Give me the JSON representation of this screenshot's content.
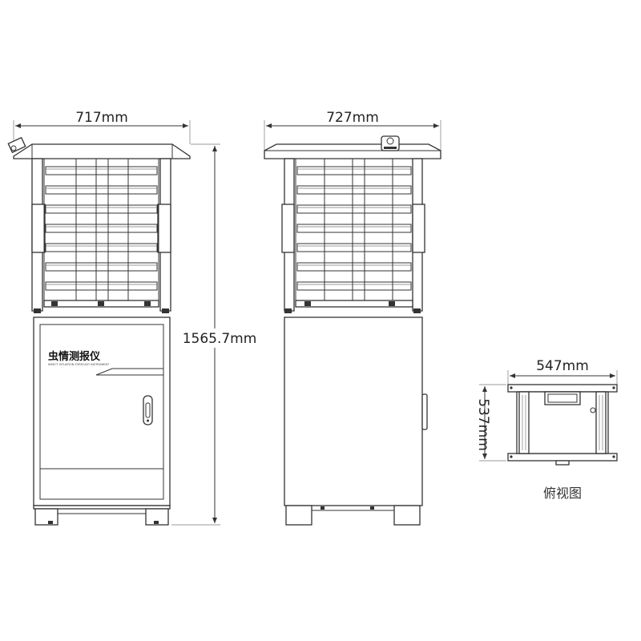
{
  "dimensions": {
    "front_width": "717mm",
    "side_width": "727mm",
    "height": "1565.7mm",
    "top_width": "547mm",
    "top_depth": "537mm"
  },
  "top_view_caption": "俯视图",
  "cabinet_label": {
    "title_cn": "虫情测报仪",
    "subtitle_en": "INSECT SITUATION FORECAST INSTRUMENT"
  },
  "colors": {
    "line": "#333333",
    "background": "#ffffff"
  }
}
